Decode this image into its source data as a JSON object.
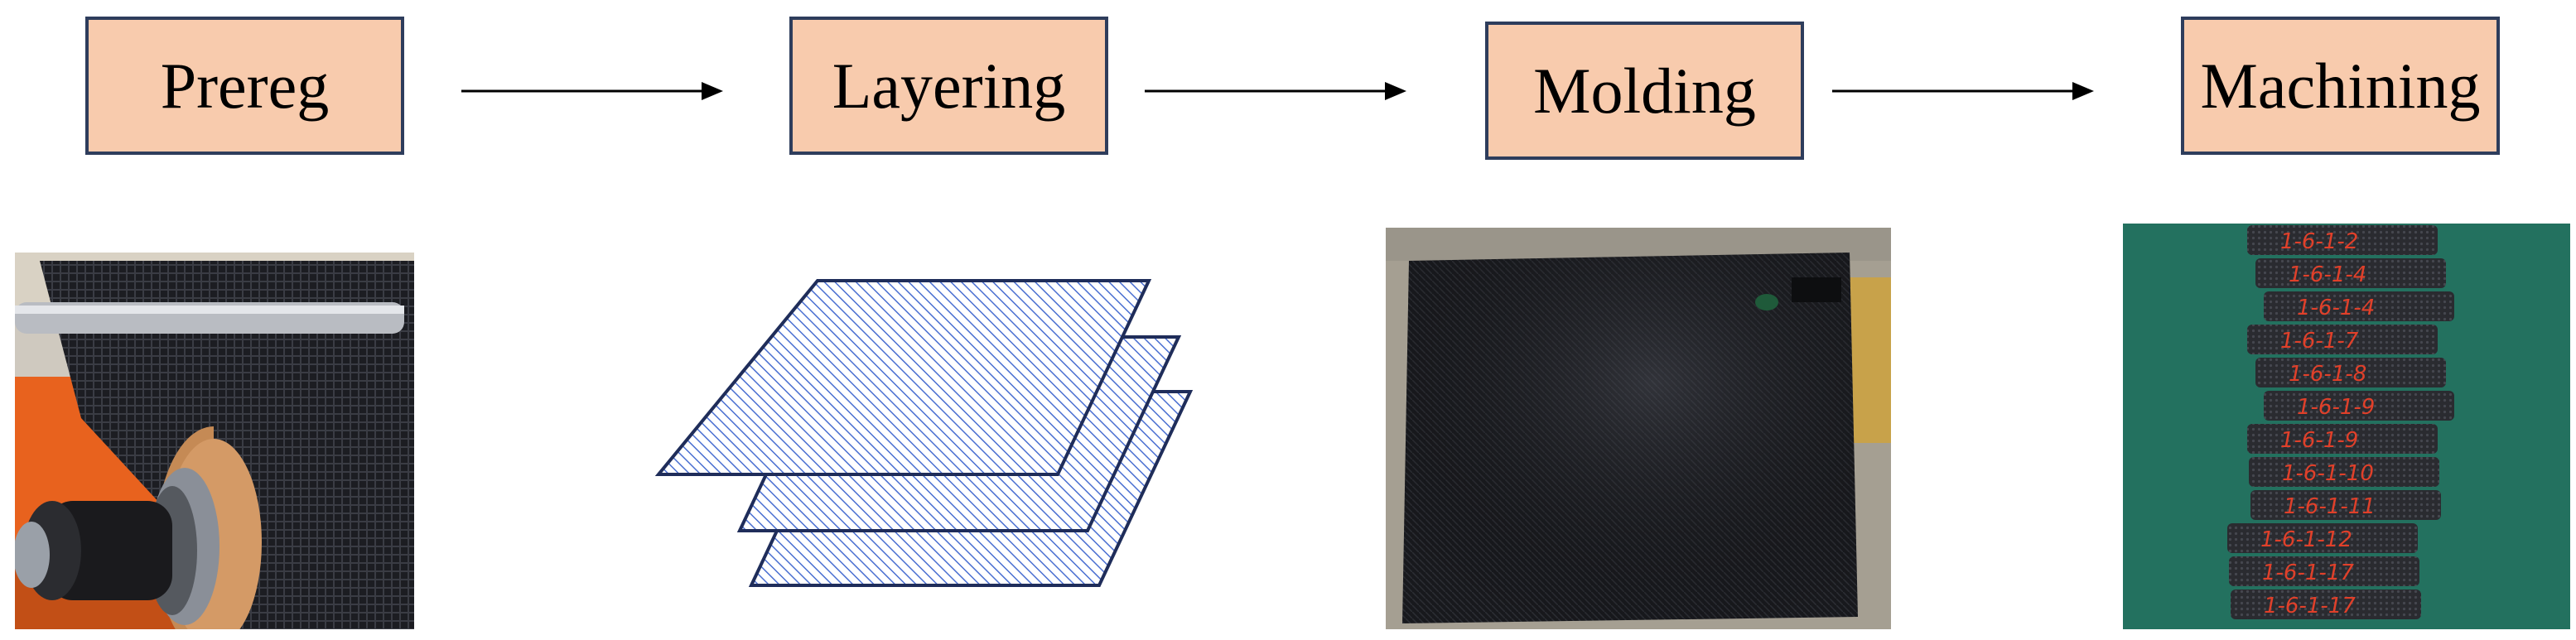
{
  "steps": [
    {
      "label": "Prereg",
      "photo": "carbon-fiber-prepreg-roll"
    },
    {
      "label": "Layering",
      "photo": "stacked-ply-layers"
    },
    {
      "label": "Molding",
      "photo": "molded-carbon-panel"
    },
    {
      "label": "Machining",
      "photo": "machined-numbered-specimens"
    }
  ],
  "colors": {
    "box_fill": "#f8cbad",
    "box_border": "#2e3d5c",
    "arrow": "#000000",
    "ply_hatch": "#4a6fd1",
    "ply_border": "#1f2d5a",
    "specimen_label": "#e0402a"
  },
  "specimen_labels": [
    "1-6-1-2",
    "1-6-1-4",
    "1-6-1-4",
    "1-6-1-7",
    "1-6-1-8",
    "1-6-1-9",
    "1-6-1-9",
    "1-6-1-10",
    "1-6-1-11",
    "1-6-1-12",
    "1-6-1-17",
    "1-6-1-17"
  ]
}
